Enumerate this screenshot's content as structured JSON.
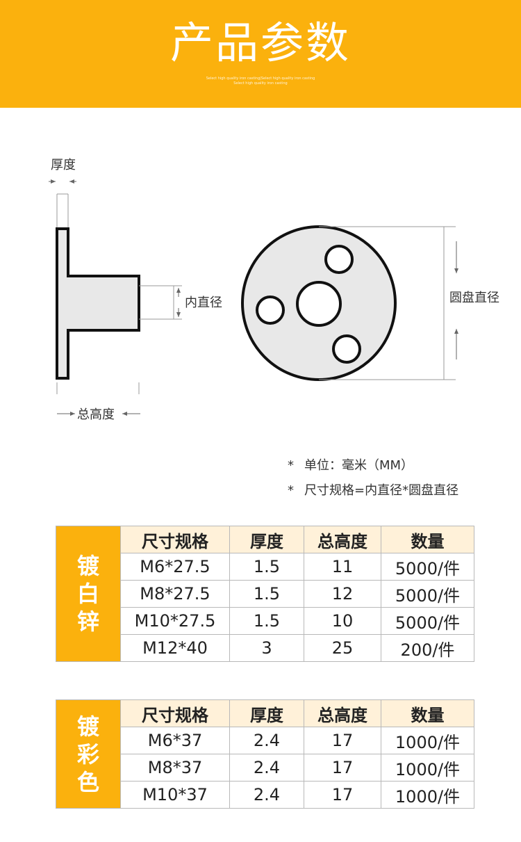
{
  "banner": {
    "title": "产品参数",
    "subtitle_line1": "Select high quality iron casting|Select high quality iron casting",
    "subtitle_line2": "Select high quality iron casting",
    "color": "#FBB10D"
  },
  "diagram": {
    "thickness_label": "厚度",
    "inner_diameter_label": "内直径",
    "total_height_label": "总高度",
    "disc_diameter_label": "圆盘直径"
  },
  "notes": {
    "star": "*",
    "unit": "单位：毫米（MM）",
    "spec": "尺寸规格=内直径*圆盘直径"
  },
  "tables": [
    {
      "side_label": [
        "镀",
        "白",
        "锌"
      ],
      "headers": [
        "尺寸规格",
        "厚度",
        "总高度",
        "数量"
      ],
      "rows": [
        [
          "M6*27.5",
          "1.5",
          "11",
          "5000/件"
        ],
        [
          "M8*27.5",
          "1.5",
          "12",
          "5000/件"
        ],
        [
          "M10*27.5",
          "1.5",
          "10",
          "5000/件"
        ],
        [
          "M12*40",
          "3",
          "25",
          "200/件"
        ]
      ]
    },
    {
      "side_label": [
        "镀",
        "彩",
        "色"
      ],
      "headers": [
        "尺寸规格",
        "厚度",
        "总高度",
        "数量"
      ],
      "rows": [
        [
          "M6*37",
          "2.4",
          "17",
          "1000/件"
        ],
        [
          "M8*37",
          "2.4",
          "17",
          "1000/件"
        ],
        [
          "M10*37",
          "2.4",
          "17",
          "1000/件"
        ]
      ]
    }
  ]
}
